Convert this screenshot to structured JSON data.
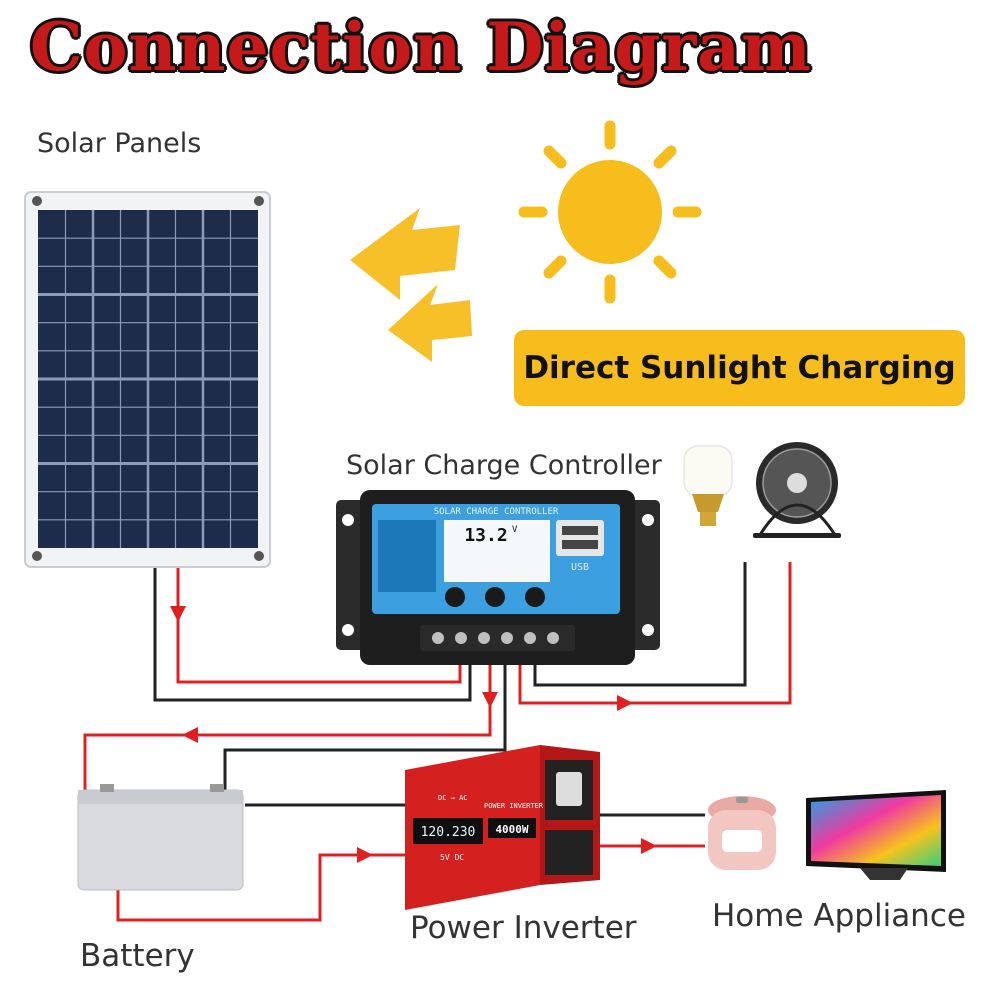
{
  "title": "Connection Diagram",
  "labels": {
    "solar_panels": "Solar Panels",
    "controller": "Solar Charge Controller",
    "home_appliance": "Home Appliance",
    "power_inverter": "Power Inverter",
    "battery": "Battery"
  },
  "badge": "Direct Sunlight Charging",
  "controller_device": {
    "header": "SOLAR CHARGE CONTROLLER",
    "voltage": "13.2",
    "unit": "V",
    "usb": "USB"
  },
  "inverter_device": {
    "brand": "POWER INVERTER",
    "tag": "DC → AC",
    "display": "120.230",
    "rating": "4000W",
    "usb": "5V DC"
  },
  "colors": {
    "title": "#c61a1a",
    "sun": "#f7bd1d",
    "positive_wire": "#e02020",
    "negative_wire": "#222222",
    "controller_screen": "#3b9fe0",
    "inverter_body": "#d52020"
  },
  "icons": [
    "sun-icon",
    "sunlight-arrow-icon",
    "light-bulb-icon",
    "fan-icon",
    "rice-cooker-icon",
    "tv-icon",
    "battery-icon"
  ]
}
